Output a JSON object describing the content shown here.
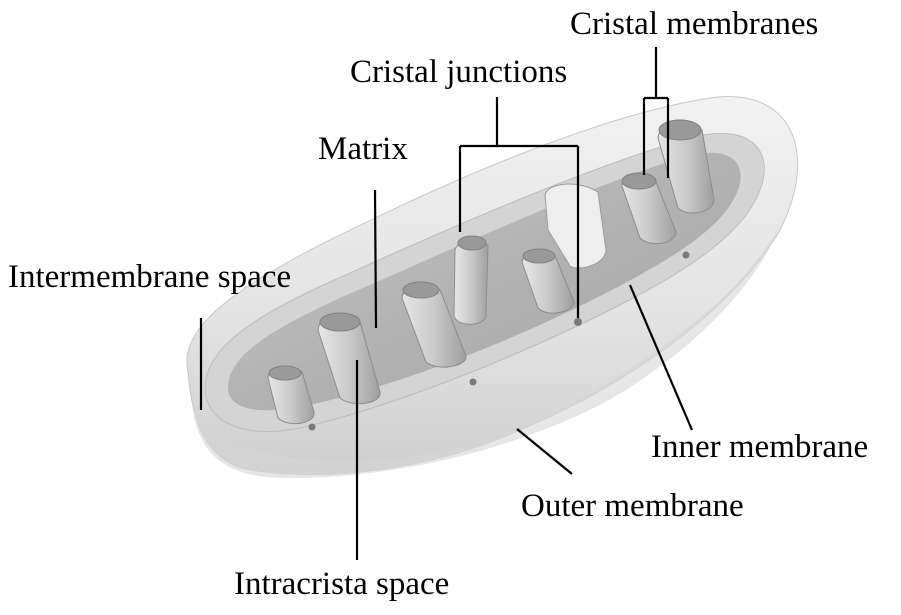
{
  "labels": {
    "cristal_membranes": "Cristal membranes",
    "cristal_junctions": "Cristal junctions",
    "matrix": "Matrix",
    "intermembrane_space": "Intermembrane space",
    "inner_membrane": "Inner membrane",
    "outer_membrane": "Outer membrane",
    "intracrista_space": "Intracrista space"
  },
  "colors": {
    "outer_membrane": "#e4e4e4",
    "matrix": "#b6b6b6",
    "inner_rim": "#d2d2d2",
    "crista": "#c8c8c8",
    "line": "#000000"
  }
}
